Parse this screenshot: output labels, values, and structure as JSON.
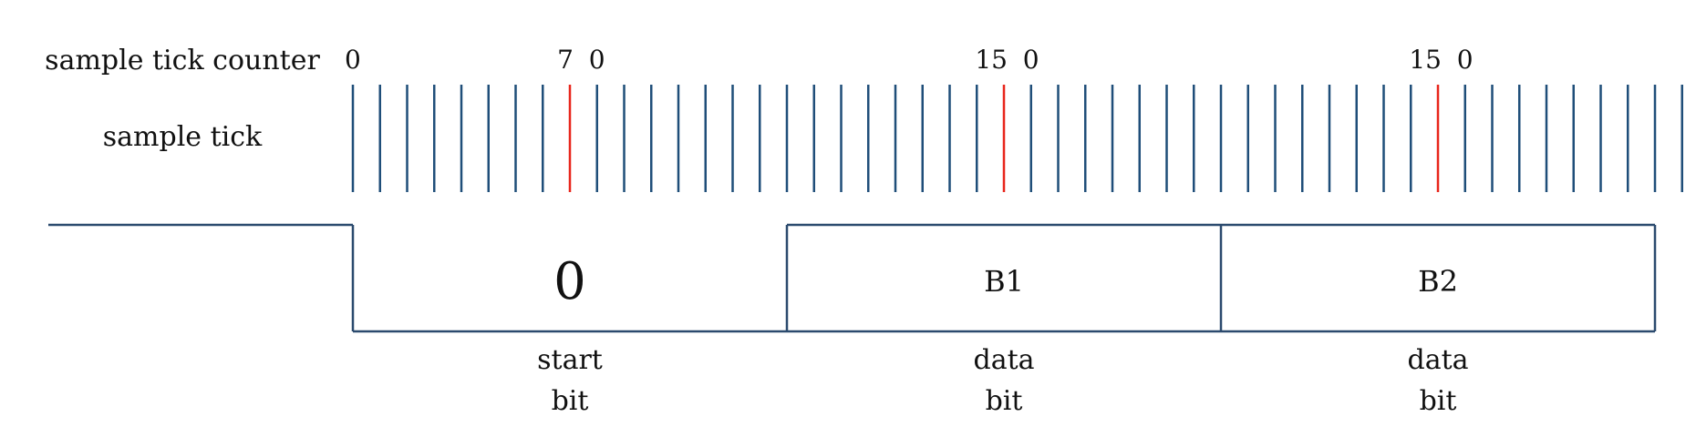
{
  "labels": {
    "counter_row": "sample tick counter",
    "tick_row": "sample tick"
  },
  "tick_counter_labels": [
    {
      "text": "0",
      "tick": 0
    },
    {
      "text": "7",
      "tick": 8
    },
    {
      "text": "0",
      "tick": 9
    },
    {
      "text": "15",
      "tick": 24
    },
    {
      "text": "0",
      "tick": 25
    },
    {
      "text": "15",
      "tick": 40
    },
    {
      "text": "0",
      "tick": 41
    }
  ],
  "sample_ticks": {
    "count": 50,
    "highlighted": [
      8,
      24,
      40
    ]
  },
  "bits": [
    {
      "value": "0",
      "caption_line1": "start",
      "caption_line2": "bit",
      "level": "low"
    },
    {
      "value": "B1",
      "caption_line1": "data",
      "caption_line2": "bit",
      "level": "box"
    },
    {
      "value": "B2",
      "caption_line1": "data",
      "caption_line2": "bit",
      "level": "box"
    }
  ],
  "colors": {
    "tick": "#1f4e79",
    "tick_highlight": "#e8251b",
    "waveform": "#2b4a6e",
    "text": "#111111"
  }
}
